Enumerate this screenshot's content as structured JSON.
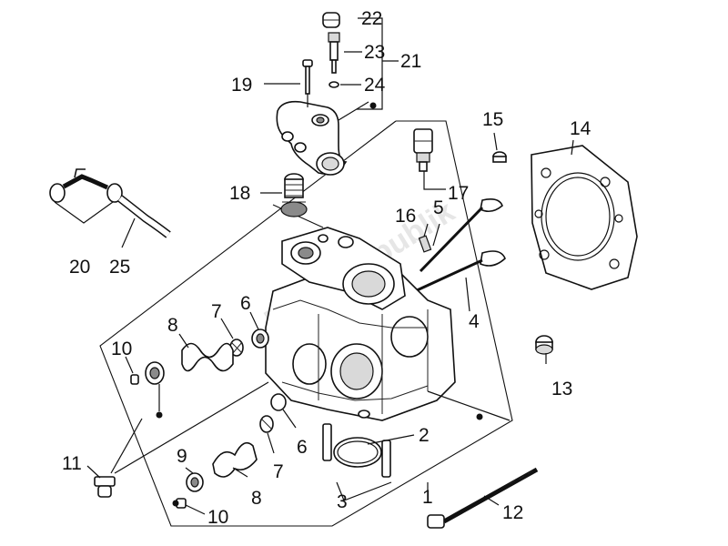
{
  "diagram": {
    "callouts": {
      "c1": "1",
      "c2": "2",
      "c3": "3",
      "c4": "4",
      "c5": "5",
      "c6a": "6",
      "c6b": "6",
      "c7a": "7",
      "c7b": "7",
      "c8a": "8",
      "c8b": "8",
      "c9": "9",
      "c10a": "10",
      "c10b": "10",
      "c11": "11",
      "c12": "12",
      "c13": "13",
      "c14": "14",
      "c15": "15",
      "c16": "16",
      "c17": "17",
      "c18": "18",
      "c19": "19",
      "c20": "20",
      "c21": "21",
      "c22": "22",
      "c23": "23",
      "c24": "24",
      "c25": "25"
    },
    "watermark": "Parts Republik"
  }
}
